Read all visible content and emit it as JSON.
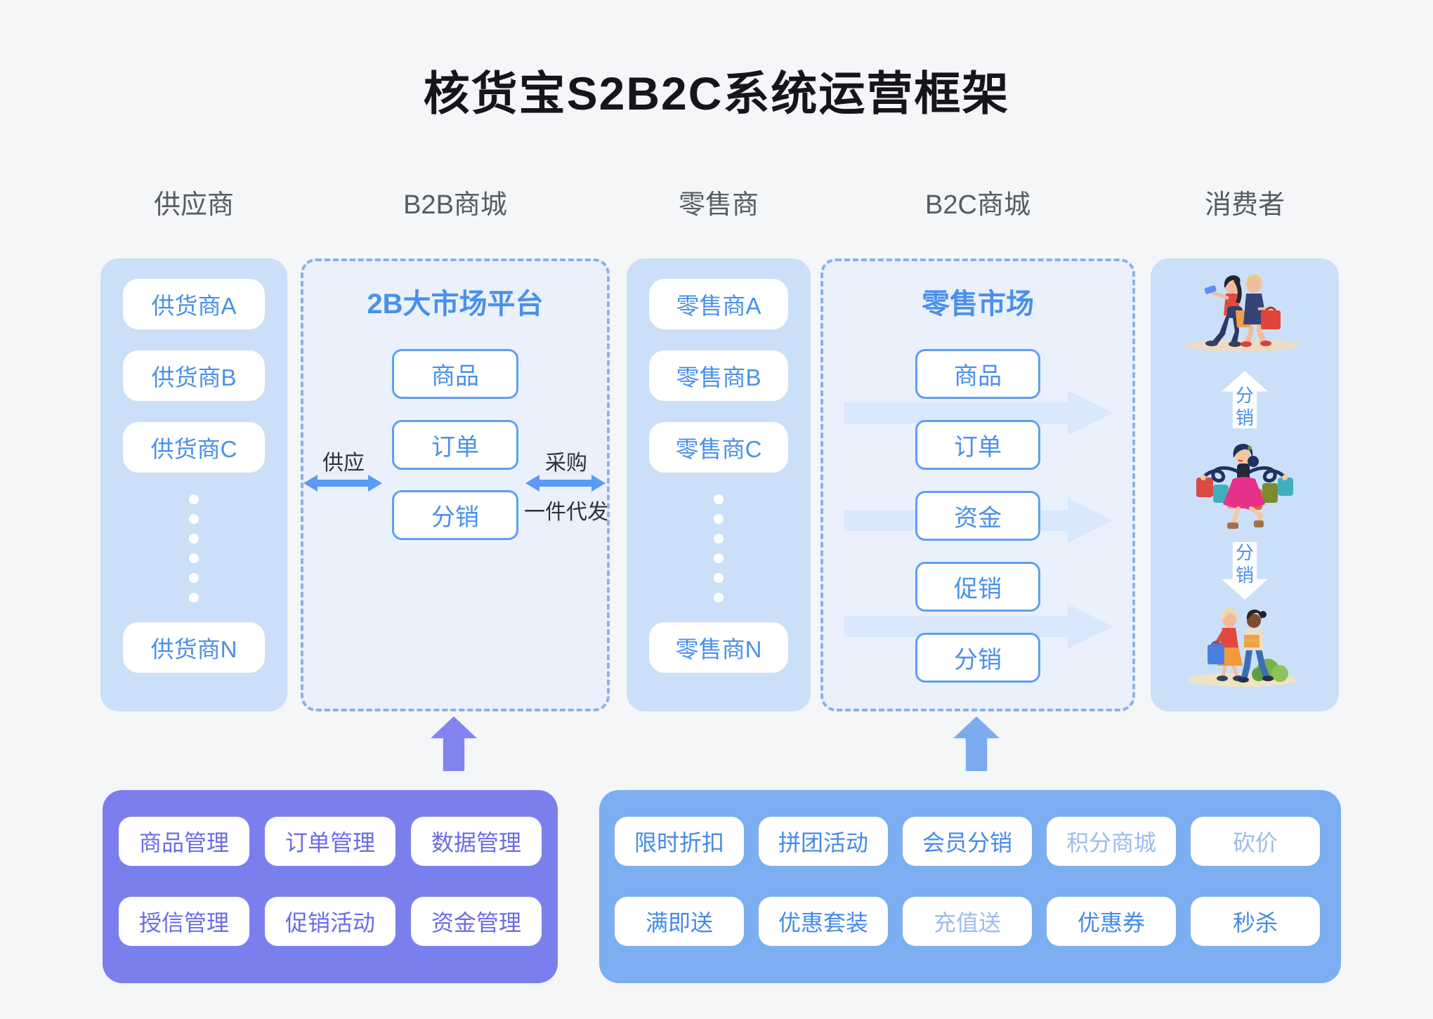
{
  "title": "核货宝S2B2C系统运营框架",
  "colors": {
    "page_bg": "#f5f6f8",
    "title_text": "#15161a",
    "header_text": "#585b63",
    "accent_blue": "#4a90e9",
    "column_fill": "#cbdff9",
    "panel_fill": "#eaf1fc",
    "panel_border": "#8cb2e8",
    "button_border": "#5f9ff2",
    "label_dark": "#2e3138",
    "double_arrow": "#5b9af5",
    "faded_arrow": "#d9e8fc",
    "purple_block": "#7b7fee",
    "purple_arrow": "#8184ef",
    "purple_text": "#6b6be8",
    "blue_block": "#7caef1",
    "blue_arrow": "#7cabef",
    "blue_text": "#448ae8",
    "muted_text": "#9cbcee"
  },
  "headers": {
    "supplier": "供应商",
    "b2b": "B2B商城",
    "retailer": "零售商",
    "b2c": "B2C商城",
    "consumer": "消费者"
  },
  "supplier_column": {
    "items": [
      "供货商A",
      "供货商B",
      "供货商C"
    ],
    "last_item": "供货商N"
  },
  "b2b_panel": {
    "title": "2B大市场平台",
    "buttons": [
      "商品",
      "订单",
      "分销"
    ],
    "supply_label": "供应",
    "purchase_label": "采购",
    "dropship_label": "一件代发"
  },
  "retailer_column": {
    "items": [
      "零售商A",
      "零售商B",
      "零售商C"
    ],
    "last_item": "零售商N"
  },
  "b2c_panel": {
    "title": "零售市场",
    "buttons": [
      "商品",
      "订单",
      "资金",
      "促销",
      "分销"
    ]
  },
  "consumer_column": {
    "up_arrow_label": "分销",
    "down_arrow_label": "分销",
    "illustrations": [
      "shoppers-walking",
      "woman-carrying-bags",
      "shoppers-with-bags"
    ]
  },
  "management_block": {
    "rows": [
      [
        "商品管理",
        "订单管理",
        "数据管理"
      ],
      [
        "授信管理",
        "促销活动",
        "资金管理"
      ]
    ]
  },
  "marketing_block": {
    "rows": [
      [
        {
          "label": "限时折扣",
          "muted": false
        },
        {
          "label": "拼团活动",
          "muted": false
        },
        {
          "label": "会员分销",
          "muted": false
        },
        {
          "label": "积分商城",
          "muted": true
        },
        {
          "label": "砍价",
          "muted": true
        }
      ],
      [
        {
          "label": "满即送",
          "muted": false
        },
        {
          "label": "优惠套装",
          "muted": false
        },
        {
          "label": "充值送",
          "muted": true
        },
        {
          "label": "优惠券",
          "muted": false
        },
        {
          "label": "秒杀",
          "muted": false
        }
      ]
    ]
  }
}
